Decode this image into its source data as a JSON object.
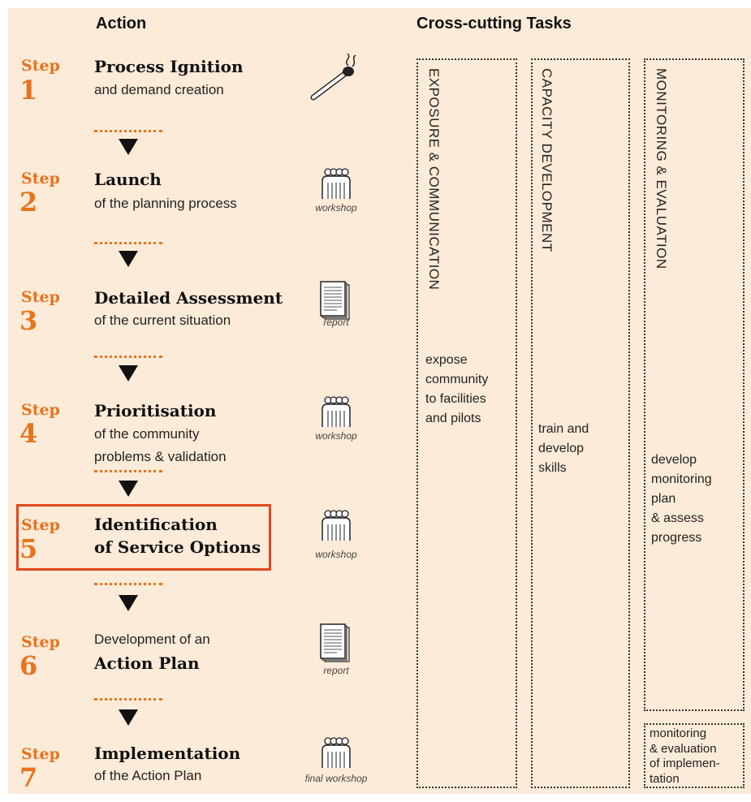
{
  "headers": {
    "action": "Action",
    "cross_cutting": "Cross-cutting Tasks"
  },
  "steps": [
    {
      "word": "Step",
      "num": "1",
      "title": "Process Ignition",
      "sub": "and demand creation"
    },
    {
      "word": "Step",
      "num": "2",
      "title": "Launch",
      "sub": "of the planning process",
      "caption": "workshop"
    },
    {
      "word": "Step",
      "num": "3",
      "title": "Detailed Assessment",
      "sub": "of the current situation",
      "caption": "report"
    },
    {
      "word": "Step",
      "num": "4",
      "title": "Prioritisation",
      "sub1": "of the community",
      "sub2": "problems & validation",
      "caption": "workshop"
    },
    {
      "word": "Step",
      "num": "5",
      "title1": "Identification",
      "title2": "of Service Options",
      "caption": "workshop"
    },
    {
      "word": "Step",
      "num": "6",
      "sub": "Development of an",
      "title": "Action Plan",
      "caption": "report"
    },
    {
      "word": "Step",
      "num": "7",
      "title": "Implementation",
      "sub": "of the Action Plan",
      "caption": "final workshop"
    }
  ],
  "columns": [
    {
      "vertical": "EXPOSURE & COMMUNICATION",
      "lines": [
        "expose",
        "community",
        "to facilities",
        "and pilots"
      ]
    },
    {
      "vertical": "CAPACITY DEVELOPMENT",
      "lines": [
        "train and",
        "develop",
        "skills"
      ]
    },
    {
      "vertical": "MONITORING & EVALUATION",
      "lines": [
        "develop",
        "monitoring",
        "plan",
        "& assess",
        "progress"
      ]
    }
  ],
  "monitoring_box": {
    "lines": [
      "monitoring",
      "& evaluation",
      "of implemen-",
      "tation"
    ]
  },
  "colors": {
    "accent": "#e8731c",
    "highlight": "#e2481e",
    "background": "#fdebd9"
  }
}
